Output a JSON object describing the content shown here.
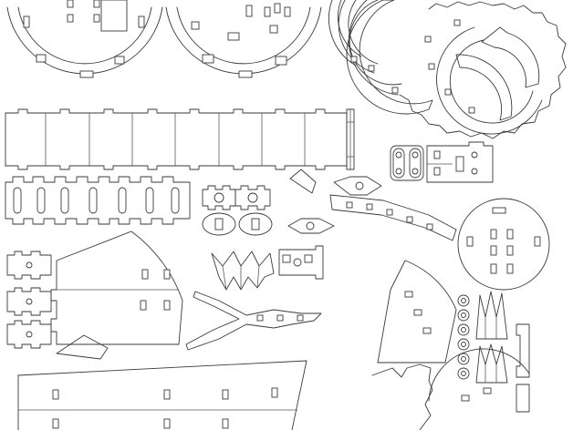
{
  "document": {
    "kind": "laser-cut parts sheet",
    "background_color": "#ffffff",
    "line_color": "#3a3a3a",
    "text_labels": []
  },
  "parts": [
    {
      "name": "round-base-plate-left"
    },
    {
      "name": "round-base-plate-center"
    },
    {
      "name": "arc-ring-segments"
    },
    {
      "name": "gear-ring"
    },
    {
      "name": "tabbed-strip-long"
    },
    {
      "name": "link-plates"
    },
    {
      "name": "tabbed-strip-slotted"
    },
    {
      "name": "small-connector-pieces"
    },
    {
      "name": "curved-slotted-arm"
    },
    {
      "name": "fan-wing-panel"
    },
    {
      "name": "jaw-gripper-piece"
    },
    {
      "name": "zigzag-teeth"
    },
    {
      "name": "round-plate-lower-right"
    },
    {
      "name": "sector-wedges"
    },
    {
      "name": "washer-column"
    },
    {
      "name": "long-tapered-plank"
    }
  ]
}
